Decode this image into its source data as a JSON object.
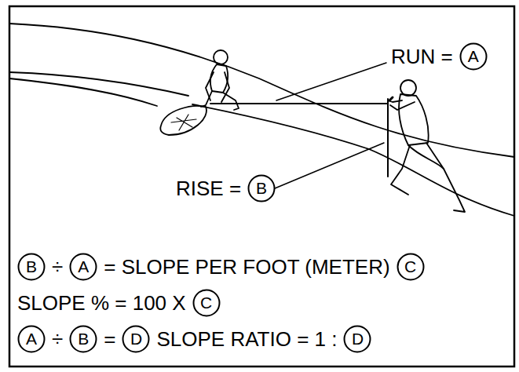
{
  "diagram": {
    "nodes": [
      {
        "text": [
          "A"
        ]
      },
      {
        "text": [
          "B"
        ]
      },
      {
        "text": [
          "B"
        ]
      },
      {
        "text": [
          "A"
        ]
      },
      {
        "text": [
          "C"
        ]
      },
      {
        "text": [
          "C"
        ]
      },
      {
        "text": [
          "A"
        ]
      },
      {
        "text": [
          "B"
        ]
      },
      {
        "text": [
          "D"
        ]
      },
      {
        "text": [
          "D"
        ]
      }
    ],
    "labels": [
      "RUN =",
      "RISE =",
      "÷",
      "= SLOPE PER FOOT (METER)",
      "SLOPE % = 100 X",
      "÷",
      "=",
      "SLOPE RATIO = 1 :"
    ]
  }
}
